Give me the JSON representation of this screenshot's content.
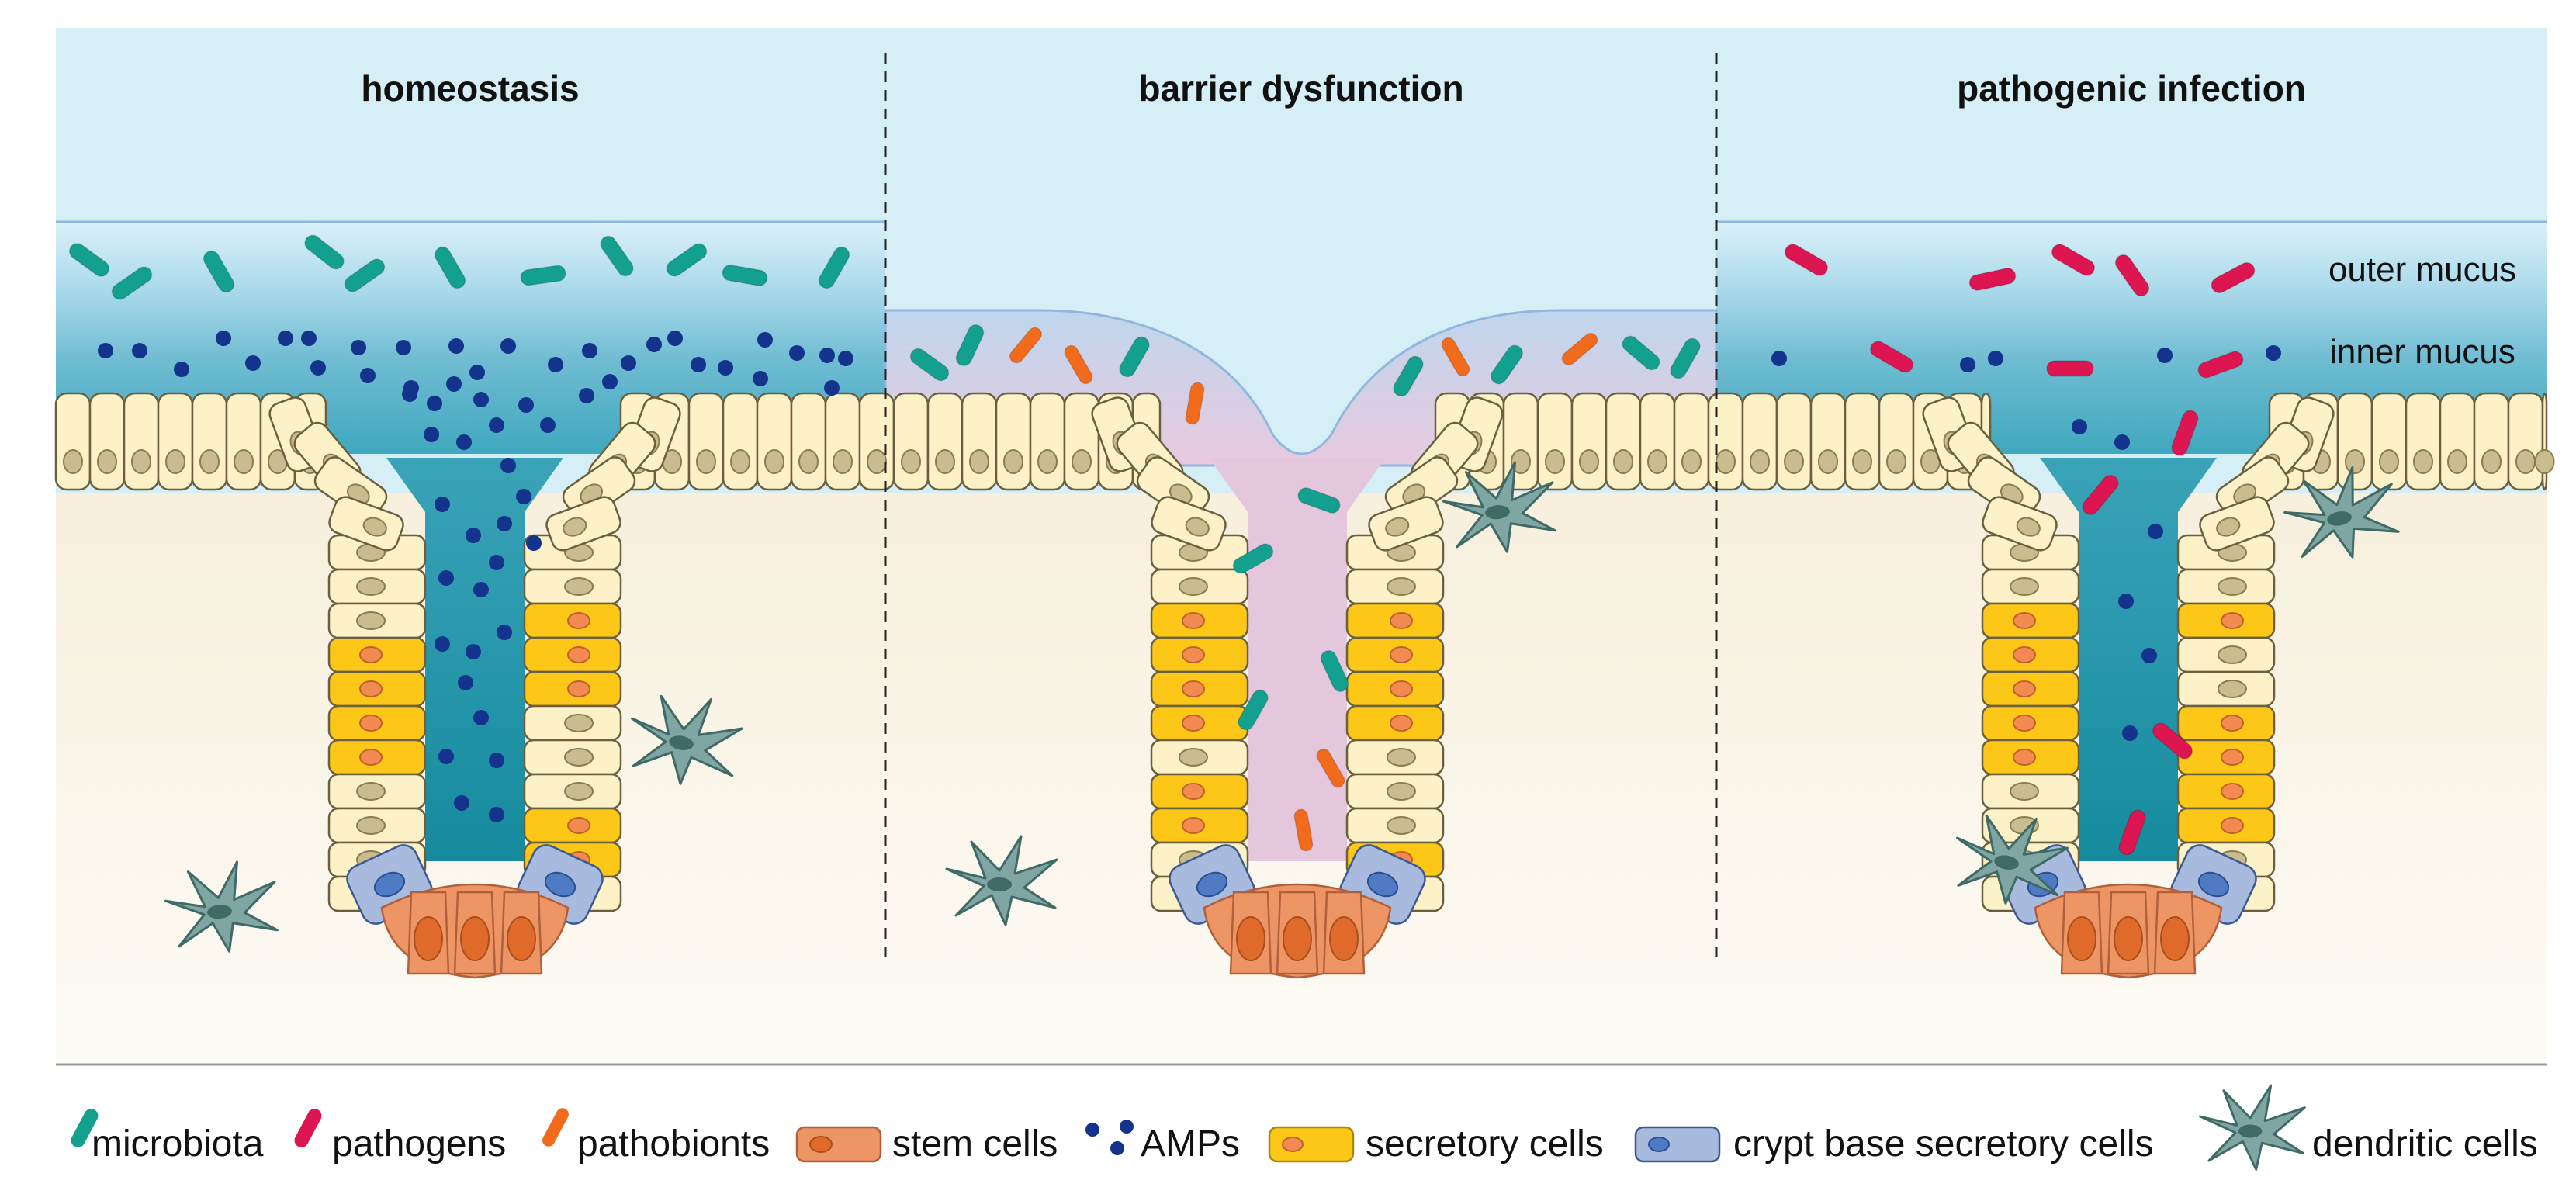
{
  "panels": [
    {
      "title": "homeostasis"
    },
    {
      "title": "barrier dysfunction"
    },
    {
      "title": "pathogenic infection"
    }
  ],
  "layer_labels": {
    "outer": "outer mucus",
    "inner": "inner mucus"
  },
  "legend": [
    {
      "key": "microbiota",
      "label": "microbiota",
      "icon": "microbiota-icon",
      "color": "#13a08e"
    },
    {
      "key": "pathogens",
      "label": "pathogens",
      "icon": "pathogen-icon",
      "color": "#dd1550"
    },
    {
      "key": "pathobionts",
      "label": "pathobionts",
      "icon": "pathobiont-icon",
      "color": "#f26b1d"
    },
    {
      "key": "stem",
      "label": "stem cells",
      "icon": "stem-cell-icon",
      "color": "#ee9565"
    },
    {
      "key": "amps",
      "label": "AMPs",
      "icon": "amp-icon",
      "color": "#13338c"
    },
    {
      "key": "secretory",
      "label": "secretory cells",
      "icon": "secretory-cell-icon",
      "color": "#fcc716"
    },
    {
      "key": "crypt_base",
      "label": "crypt base secretory cells",
      "icon": "crypt-base-cell-icon",
      "color": "#a9badf"
    },
    {
      "key": "dendritic",
      "label": "dendritic cells",
      "icon": "dendritic-cell-icon",
      "color": "#6c9a96"
    }
  ],
  "colors": {
    "lumen": "#d6eef5",
    "mucus": "#2a9fb4",
    "epithelium": "#fdf1c7",
    "secretory": "#fcc716",
    "crypt_base": "#a9badf",
    "stem": "#ee9565",
    "tissue": "#f4ecd9",
    "microbiota": "#13a08e",
    "pathogen": "#dd1550",
    "pathobiont": "#f26b1d",
    "amp": "#13338c",
    "dendritic": "#6c9a96"
  }
}
